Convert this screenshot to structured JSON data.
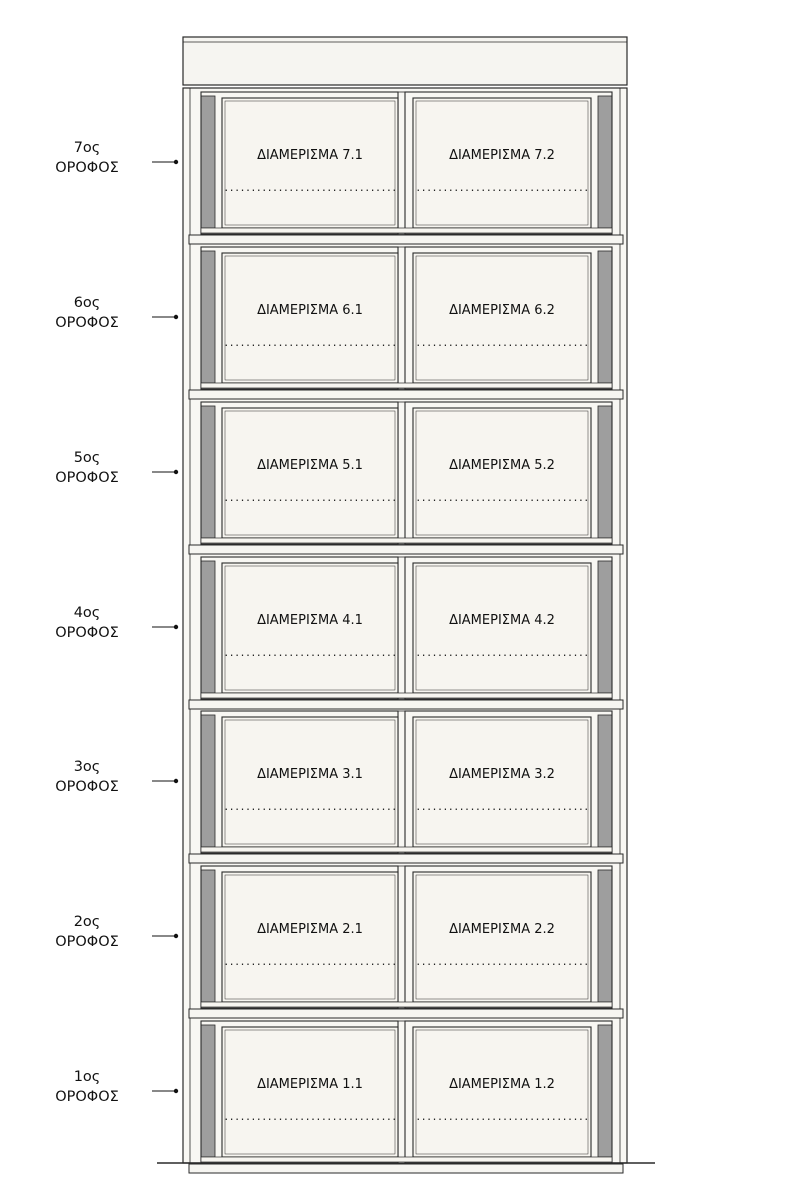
{
  "colors": {
    "outline": "#2a2a2a",
    "roof_fill": "#f6f5f1",
    "wall_fill": "#f8f7f3",
    "slab_fill": "#f6f5f1",
    "panel_fill": "#f7f5f0",
    "jamb_fill": "#9e9e9e"
  },
  "floors": [
    {
      "label_line1": "7ος",
      "label_line2": "ΟΡΟΦΟΣ",
      "apartments": [
        {
          "name": "ΔΙΑΜΕΡΙΣΜΑ 7.1",
          "dots": "................................"
        },
        {
          "name": "ΔΙΑΜΕΡΙΣΜΑ 7.2",
          "dots": "................................"
        }
      ]
    },
    {
      "label_line1": "6ος",
      "label_line2": "ΟΡΟΦΟΣ",
      "apartments": [
        {
          "name": "ΔΙΑΜΕΡΙΣΜΑ 6.1",
          "dots": "................................"
        },
        {
          "name": "ΔΙΑΜΕΡΙΣΜΑ 6.2",
          "dots": "................................"
        }
      ]
    },
    {
      "label_line1": "5ος",
      "label_line2": "ΟΡΟΦΟΣ",
      "apartments": [
        {
          "name": "ΔΙΑΜΕΡΙΣΜΑ 5.1",
          "dots": "................................"
        },
        {
          "name": "ΔΙΑΜΕΡΙΣΜΑ 5.2",
          "dots": "................................"
        }
      ]
    },
    {
      "label_line1": "4ος",
      "label_line2": "ΟΡΟΦΟΣ",
      "apartments": [
        {
          "name": "ΔΙΑΜΕΡΙΣΜΑ 4.1",
          "dots": "................................"
        },
        {
          "name": "ΔΙΑΜΕΡΙΣΜΑ 4.2",
          "dots": "................................"
        }
      ]
    },
    {
      "label_line1": "3ος",
      "label_line2": "ΟΡΟΦΟΣ",
      "apartments": [
        {
          "name": "ΔΙΑΜΕΡΙΣΜΑ 3.1",
          "dots": "................................"
        },
        {
          "name": "ΔΙΑΜΕΡΙΣΜΑ 3.2",
          "dots": "................................"
        }
      ]
    },
    {
      "label_line1": "2ος",
      "label_line2": "ΟΡΟΦΟΣ",
      "apartments": [
        {
          "name": "ΔΙΑΜΕΡΙΣΜΑ 2.1",
          "dots": "................................"
        },
        {
          "name": "ΔΙΑΜΕΡΙΣΜΑ 2.2",
          "dots": "................................"
        }
      ]
    },
    {
      "label_line1": "1ος",
      "label_line2": "ΟΡΟΦΟΣ",
      "apartments": [
        {
          "name": "ΔΙΑΜΕΡΙΣΜΑ 1.1",
          "dots": "................................"
        },
        {
          "name": "ΔΙΑΜΕΡΙΣΜΑ 1.2",
          "dots": "................................"
        }
      ]
    }
  ]
}
